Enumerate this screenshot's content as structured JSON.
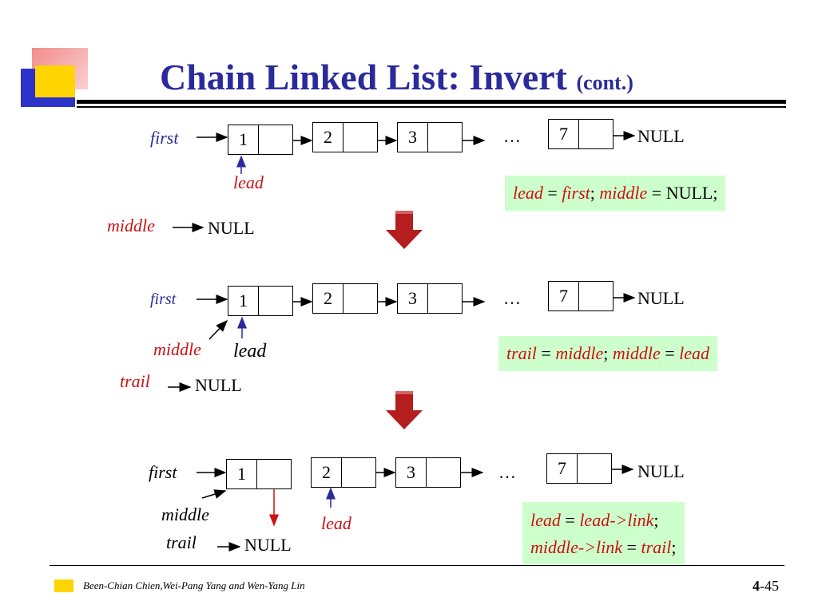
{
  "title": {
    "main": "Chain Linked List: Invert",
    "sub": "(cont.)"
  },
  "diagrams": [
    {
      "first": "first",
      "nodes": [
        "1",
        "2",
        "3"
      ],
      "ellipsis": "…",
      "last": "7",
      "null_right": "NULL",
      "lead": "lead",
      "middle": "middle",
      "middle_null": "NULL",
      "note": {
        "lead": "lead",
        "eq1": " = ",
        "first": "first",
        "semi1": "; ",
        "middle": "middle",
        "eq2": " = ",
        "null": "NULL;"
      }
    },
    {
      "first": "first",
      "nodes": [
        "1",
        "2",
        "3"
      ],
      "ellipsis": "…",
      "last": "7",
      "null_right": "NULL",
      "middle": "middle",
      "lead": "lead",
      "trail": "trail",
      "trail_null": "NULL",
      "note": {
        "trail": "trail",
        "eq1": " = ",
        "middle": "middle",
        "semi": "; ",
        "middle2": "middle",
        "eq2": " = ",
        "lead": "lead"
      }
    },
    {
      "first": "first",
      "nodes": [
        "1",
        "2",
        "3"
      ],
      "ellipsis": "…",
      "last": "7",
      "null_right": "NULL",
      "middle": "middle",
      "trail": "trail",
      "trail_null": "NULL",
      "lead": "lead",
      "note_line1": {
        "lead": "lead",
        "eq": " = ",
        "expr": "lead->link",
        "semi": ";"
      },
      "note_line2": {
        "expr": "middle->link",
        "eq": " = ",
        "trail": "trail",
        "semi": ";"
      }
    }
  ],
  "footer": {
    "authors": "Been-Chian Chien,Wei-Pang Yang and Wen-Yang Lin",
    "chapter": "4",
    "page": "-45"
  },
  "colors": {
    "title": "#2a2a9a",
    "red": "#cc1111",
    "note_bg": "#ccffcc",
    "arrow": "#b41e1e"
  }
}
